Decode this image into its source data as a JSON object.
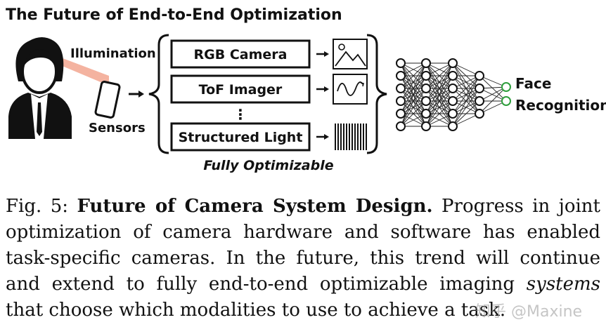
{
  "figure": {
    "title": "The Future of End-to-End Optimization",
    "person_labels": {
      "illumination": "Illumination",
      "sensors": "Sensors"
    },
    "modules": [
      "RGB Camera",
      "ToF Imager",
      "Structured Light"
    ],
    "ellipsis": "⋮",
    "bracket_label": "Fully Optimizable",
    "output_labels": [
      "Face",
      "Recognition"
    ],
    "colors": {
      "illumination_beam": "#f4b3a0",
      "output_node": "#2e9e3c"
    }
  },
  "caption": {
    "label": "Fig. 5:",
    "bold_title": "Future of Camera System Design.",
    "text_1": "Progress in joint optimization of camera hardware and software has enabled task-specific cameras. In the future, this trend will continue and extend to fully end-to-end optimizable imaging",
    "emphasis": "systems",
    "text_2": "that choose which modalities to use to achieve a task."
  },
  "watermark": "知乎 @Maxine"
}
